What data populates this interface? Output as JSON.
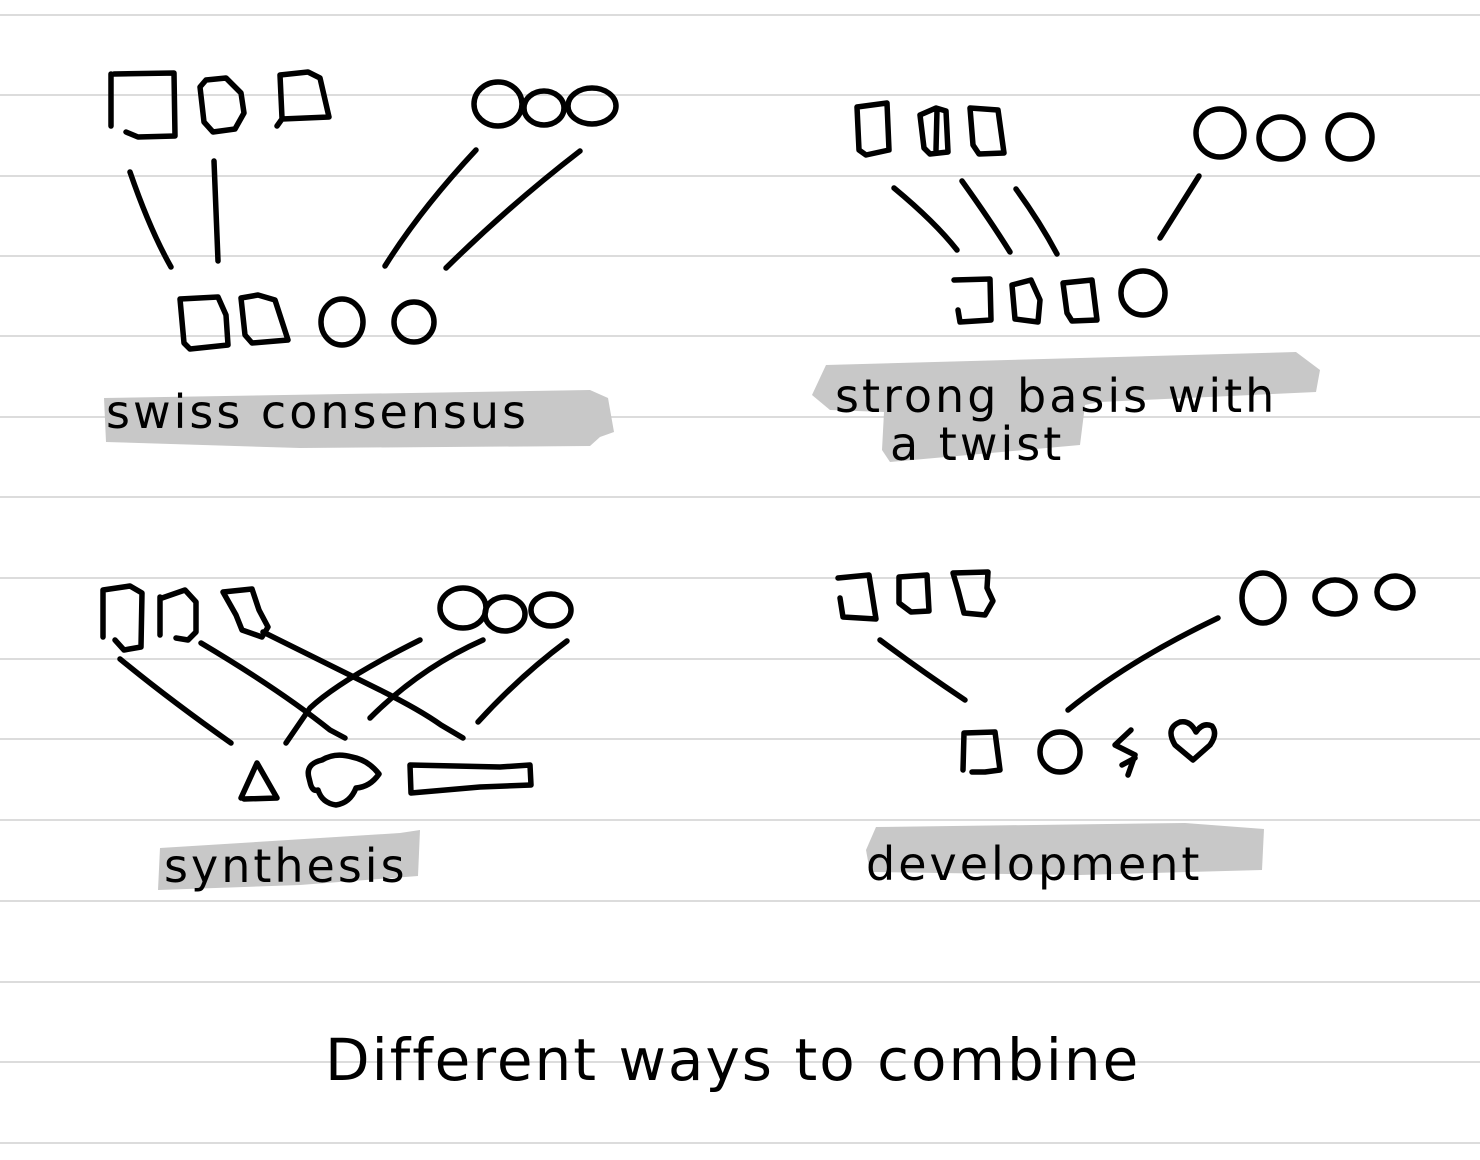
{
  "page": {
    "background": "#ffffff",
    "rule_color": "#dcdcdc",
    "ink_color": "#000000",
    "highlight_color": "#c8c8c8",
    "rule_lines_y": [
      15,
      95,
      176,
      256,
      336,
      417,
      497,
      578,
      659,
      739,
      820,
      901,
      982,
      1062,
      1143
    ]
  },
  "title": "Different ways to combine",
  "panels": [
    {
      "id": "swiss-consensus",
      "label": "swiss consensus",
      "top_left_group": {
        "shape": "square",
        "count": 3
      },
      "top_right_group": {
        "shape": "circle",
        "count": 3
      },
      "result": [
        "square",
        "square",
        "circle",
        "circle"
      ],
      "connectors": 4
    },
    {
      "id": "strong-basis",
      "label": "strong basis with",
      "label_line2": "a twist",
      "top_left_group": {
        "shape": "square",
        "count": 3
      },
      "top_right_group": {
        "shape": "circle",
        "count": 3
      },
      "result": [
        "square",
        "square",
        "square",
        "circle"
      ],
      "connectors": 4
    },
    {
      "id": "synthesis",
      "label": "synthesis",
      "top_left_group": {
        "shape": "square",
        "count": 3
      },
      "top_right_group": {
        "shape": "circle",
        "count": 3
      },
      "result": [
        "triangle",
        "cloud",
        "long-rectangle"
      ],
      "connectors": 6
    },
    {
      "id": "development",
      "label": "development",
      "top_left_group": {
        "shape": "square",
        "count": 3
      },
      "top_right_group": {
        "shape": "circle",
        "count": 3
      },
      "result": [
        "square",
        "circle",
        "lightning",
        "heart"
      ],
      "connectors": 2
    }
  ]
}
